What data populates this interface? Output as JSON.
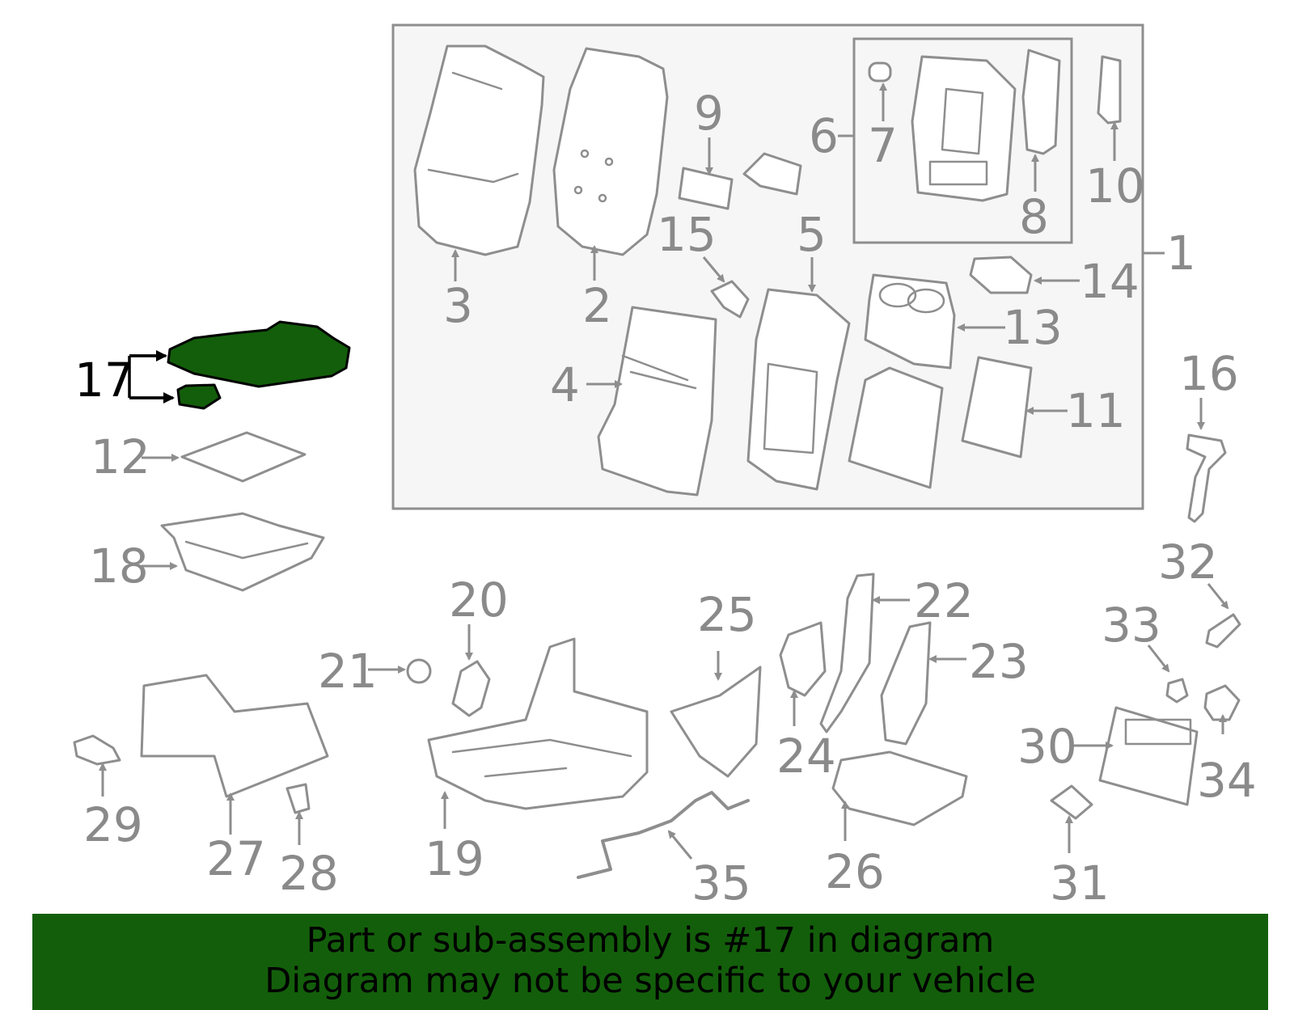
{
  "highlight_color": "#135e0b",
  "diagram_color": "#8e8e8e",
  "callouts": {
    "c1": "1",
    "c2": "2",
    "c3": "3",
    "c4": "4",
    "c5": "5",
    "c6": "6",
    "c7": "7",
    "c8": "8",
    "c9": "9",
    "c10": "10",
    "c11": "11",
    "c12": "12",
    "c13": "13",
    "c14": "14",
    "c15": "15",
    "c16": "16",
    "c17": "17",
    "c18": "18",
    "c19": "19",
    "c20": "20",
    "c21": "21",
    "c22": "22",
    "c23": "23",
    "c24": "24",
    "c25": "25",
    "c26": "26",
    "c27": "27",
    "c28": "28",
    "c29": "29",
    "c30": "30",
    "c31": "31",
    "c32": "32",
    "c33": "33",
    "c34": "34",
    "c35": "35"
  },
  "highlighted_part": "17",
  "banner": {
    "line1": "Part or sub-assembly is #17 in diagram",
    "line2": "Diagram may not be specific to your vehicle"
  }
}
